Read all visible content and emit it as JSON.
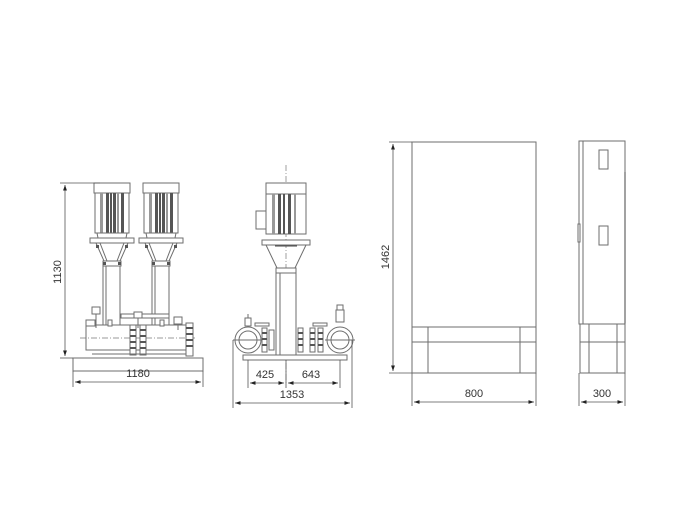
{
  "drawing": {
    "views": [
      {
        "name": "front-view-pump-set",
        "dimensions": {
          "height": "1130",
          "width": "1180"
        }
      },
      {
        "name": "side-view-pump-set",
        "dimensions": {
          "left_offset": "425",
          "right_offset": "643",
          "width": "1353"
        }
      },
      {
        "name": "control-cabinet-front",
        "dimensions": {
          "height": "1462",
          "width": "800"
        }
      },
      {
        "name": "control-cabinet-side",
        "dimensions": {
          "width": "300"
        }
      }
    ]
  },
  "labels": {
    "h1130": "1130",
    "w1180": "1180",
    "d425": "425",
    "d643": "643",
    "w1353": "1353",
    "h1462": "1462",
    "w800": "800",
    "w300": "300"
  },
  "colors": {
    "line": "#6e6e6e",
    "text": "#333333",
    "background": "#ffffff"
  }
}
